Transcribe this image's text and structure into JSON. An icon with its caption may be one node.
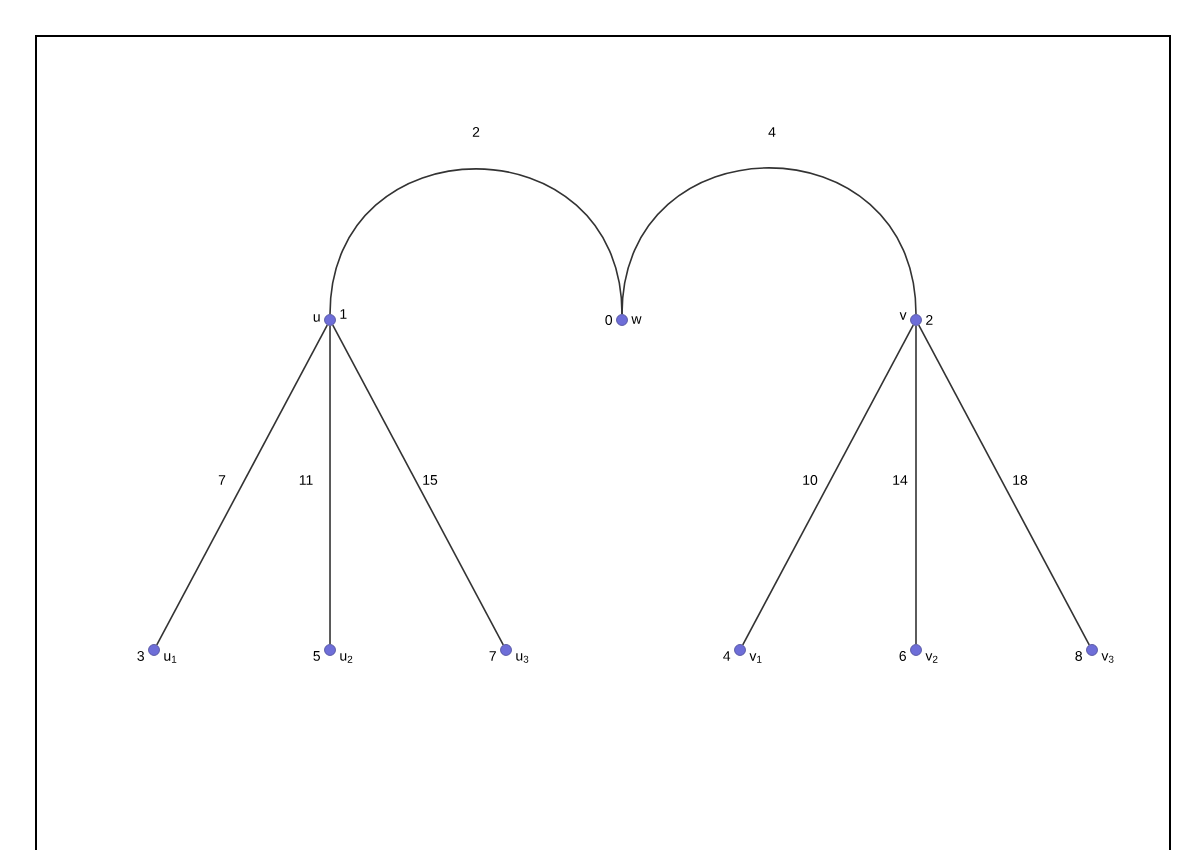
{
  "diagram": {
    "nodes": [
      {
        "text": [],
        "shape": "circle",
        "beside": [
          "0",
          "w"
        ]
      },
      {
        "text": [],
        "shape": "circle",
        "beside": [
          "u",
          "1"
        ]
      },
      {
        "text": [],
        "shape": "circle",
        "beside": [
          "v",
          "2"
        ]
      },
      {
        "text": [],
        "shape": "circle",
        "beside": [
          "3",
          "u$_{1}$"
        ]
      },
      {
        "text": [],
        "shape": "circle",
        "beside": [
          "5",
          "u$_{2}$"
        ]
      },
      {
        "text": [],
        "shape": "circle",
        "beside": [
          "7",
          "u$_{3}$"
        ]
      },
      {
        "text": [],
        "shape": "circle",
        "beside": [
          "4",
          "v$_{1}$"
        ]
      },
      {
        "text": [],
        "shape": "circle",
        "beside": [
          "6",
          "v$_{2}$"
        ]
      },
      {
        "text": [],
        "shape": "circle",
        "beside": [
          "8",
          "v$_{3}$"
        ]
      }
    ],
    "edges": [
      {
        "from": 1,
        "to": 0,
        "arrow": "none",
        "label": "2"
      },
      {
        "from": 0,
        "to": 2,
        "arrow": "none",
        "label": "4"
      },
      {
        "from": 1,
        "to": 3,
        "arrow": "none",
        "label": "7"
      },
      {
        "from": 1,
        "to": 4,
        "arrow": "none",
        "label": "11"
      },
      {
        "from": 1,
        "to": 5,
        "arrow": "none",
        "label": "15"
      },
      {
        "from": 2,
        "to": 6,
        "arrow": "none",
        "label": "10"
      },
      {
        "from": 2,
        "to": 7,
        "arrow": "none",
        "label": "14"
      },
      {
        "from": 2,
        "to": 8,
        "arrow": "none",
        "label": "18"
      }
    ]
  }
}
